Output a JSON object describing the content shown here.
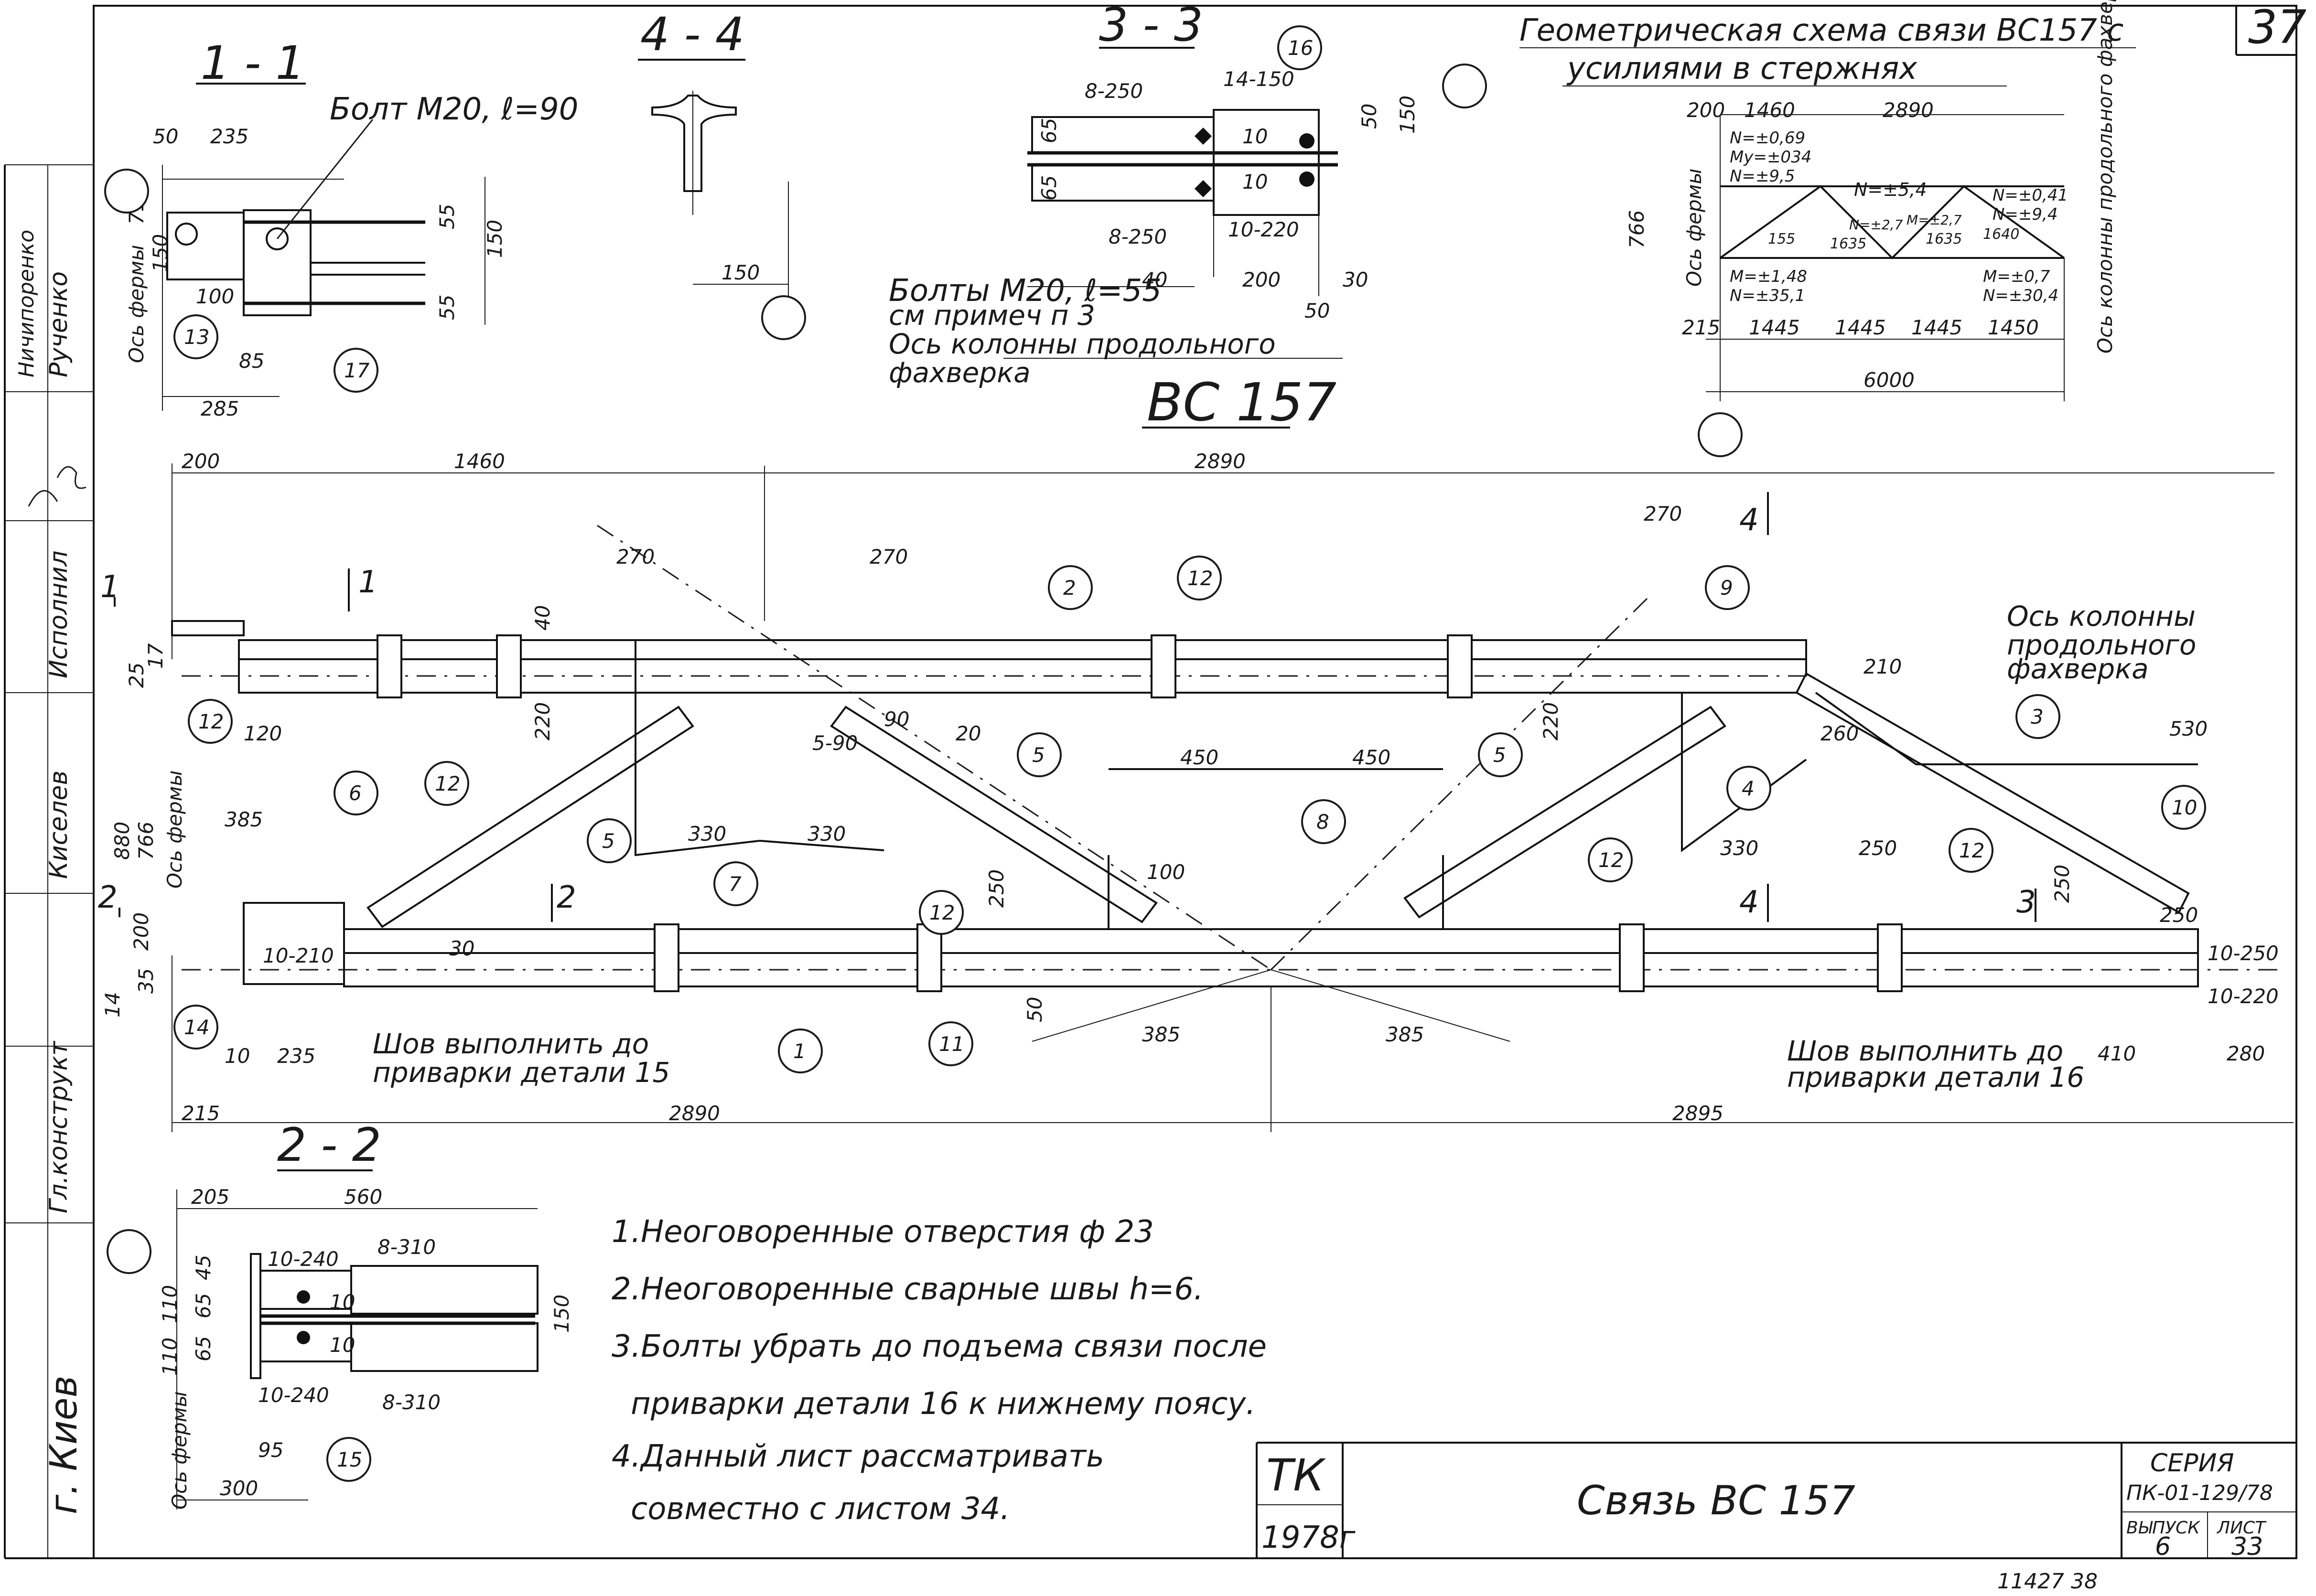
{
  "sheet": {
    "corner_number": "37",
    "city": "г. Киев",
    "stamp_roles": [
      "Гл.конструкт",
      "Исполнил",
      "Киселев"
    ],
    "stamp_names": [
      "Ничипоренко",
      "Рученко"
    ],
    "title_box": {
      "logo_top": "ТК",
      "logo_year": "1978г",
      "name": "Связь ВС 157",
      "series_label": "СЕРИЯ",
      "series_value": "ПК-01-129/78",
      "issue_label": "ВЫПУСК",
      "issue_value": "6",
      "sheet_label": "ЛИСТ",
      "sheet_value": "33"
    },
    "footer_code": "11427 38"
  },
  "views": {
    "main_title": "ВС 157",
    "section_1_1": "1 - 1",
    "section_2_2": "2 - 2",
    "section_3_3": "3 - 3",
    "section_4_4": "4 - 4"
  },
  "section_1_1": {
    "bolt_label": "Болт М20, ℓ=90",
    "dims": [
      "50",
      "235",
      "150",
      "55",
      "55",
      "100",
      "85",
      "285",
      "150",
      "71"
    ],
    "axis_label": "Ось фермы",
    "bubbles": [
      "13",
      "17"
    ]
  },
  "section_4_4": {
    "dims": [
      "150"
    ]
  },
  "section_3_3": {
    "dims": [
      "8-250",
      "14-150",
      "65",
      "65",
      "8-250",
      "10-220",
      "40",
      "200",
      "30",
      "50",
      "50",
      "150",
      "10",
      "10"
    ],
    "bolt_label": "Болты М20, ℓ=55",
    "note_ref": "см примеч п 3",
    "axis_label_1": "Ось колонны продольного",
    "axis_label_2": "фахверка",
    "bubbles": [
      "16"
    ]
  },
  "scheme": {
    "title_1": "Геометрическая схема связи ВС157 с",
    "title_2": "усилиями в стержнях",
    "dims_top": [
      "200",
      "1460",
      "2890"
    ],
    "dims_bottom": [
      "215",
      "1445",
      "1445",
      "1445",
      "1450"
    ],
    "total": "6000",
    "height": "766",
    "left_axis": "Ось фермы",
    "right_axis": "Ось колонны продольного фахверка",
    "forces": [
      "N=±0,69",
      "Мy=±034",
      "N=±9,5",
      "N=±5,4",
      "N=±0,41",
      "N=±9,4",
      "М=±1,48",
      "N=±35,1",
      "М=±0,7",
      "N=±30,4",
      "N=±2,7",
      "М=±2,7"
    ],
    "bar_lengths": [
      "155",
      "1635",
      "1635",
      "1640"
    ]
  },
  "main_view": {
    "top_dims": [
      "200",
      "1460",
      "2890"
    ],
    "bottom_dims": [
      "215",
      "2890",
      "2895"
    ],
    "misc_dims": [
      "270",
      "270",
      "270",
      "40",
      "220",
      "220",
      "120",
      "385",
      "385",
      "385",
      "330",
      "330",
      "330",
      "450",
      "450",
      "250",
      "250",
      "250",
      "250",
      "530",
      "200",
      "235",
      "10",
      "35",
      "14",
      "30",
      "50",
      "880",
      "766",
      "25",
      "17",
      "410",
      "280",
      "260",
      "210",
      "90",
      "5-90",
      "10-210",
      "10-250",
      "10-220",
      "100",
      "20"
    ],
    "axis_left": "Ось фермы",
    "axis_right_1": "Ось колонны",
    "axis_right_2": "продольного",
    "axis_right_3": "фахверка",
    "weld_left_1": "Шов выполнить до",
    "weld_left_2": "приварки детали 15",
    "weld_right_1": "Шов выполнить до",
    "weld_right_2": "приварки детали 16",
    "section_marks": [
      "1",
      "1",
      "2",
      "2",
      "3",
      "4",
      "4"
    ],
    "bubbles": [
      "1",
      "2",
      "3",
      "4",
      "5",
      "5",
      "5",
      "6",
      "7",
      "8",
      "9",
      "10",
      "11",
      "12",
      "12",
      "12",
      "12",
      "12",
      "12",
      "14"
    ]
  },
  "section_2_2": {
    "dims": [
      "205",
      "560",
      "8-310",
      "10-240",
      "45",
      "110",
      "65",
      "65",
      "110",
      "10",
      "10",
      "10-240",
      "8-310",
      "150",
      "95",
      "300"
    ],
    "axis_label": "Ось фермы",
    "bubbles": [
      "15"
    ]
  },
  "notes": [
    "1.Неоговоренные отверстия ф 23",
    "2.Неоговоренные сварные швы h=6.",
    "3.Болты убрать до подъема связи после",
    "приварки детали 16 к нижнему поясу.",
    "4.Данный лист рассматривать",
    "совместно с листом 34."
  ]
}
